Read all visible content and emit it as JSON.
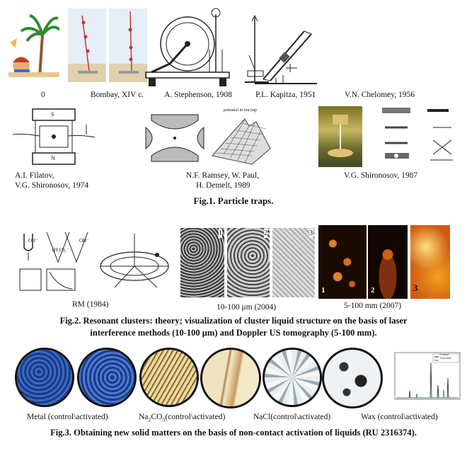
{
  "row1": {
    "captions": [
      "0",
      "Bombay, XIV c.",
      "A. Stephenson, 1908",
      "P.L. Kapitza, 1951",
      "V.N. Chelomey, 1956"
    ]
  },
  "row2": {
    "captions": {
      "filatov_line1": "A.I. Filatov,",
      "filatov_line2": "V.G. Shironosov, 1974",
      "ramsey_line1": "N.F. Ramsey, W. Paul,",
      "ramsey_line2": "H. Demelt, 1989",
      "shironosov": "V.G. Shironosov, 1987"
    },
    "inset_labels": {
      "filatov_top": "S",
      "filatov_bottom": "N",
      "ramsey_plot_title": "potential in ion trap"
    }
  },
  "fig1": {
    "title": "Fig.1. Particle traps."
  },
  "row3": {
    "captions": {
      "rm": "RM (1984)",
      "laser": "10-100 μm (2004)",
      "doppler": "5-100 mm  (2007)"
    },
    "panel_numbers": {
      "laser": [
        "1",
        "2",
        "3"
      ],
      "doppler": [
        "1",
        "2",
        "3"
      ]
    },
    "diagram_labels": {
      "oh1": "OH⁻",
      "oh2": "OH⁻",
      "h2o2": "(H₂O)₂⁻"
    }
  },
  "fig2": {
    "line1": "Fig.2. Resonant clusters: theory; visualization of cluster liquid structure on the basis of laser",
    "line2": "interference methods (10-100 μm) and Doppler US tomography (5-100 mm)."
  },
  "row4": {
    "captions": {
      "metal": "Metal (control\\activated)",
      "na2co3_pre": "Na",
      "na2co3_sub1": "2",
      "na2co3_mid": "CO",
      "na2co3_sub2": "3",
      "na2co3_post": "(control\\activated)",
      "nacl": "NaCl(control\\activated)",
      "wax": "Wax (control\\activated)"
    },
    "spectrum_legend": [
      "Control",
      "Activated"
    ]
  },
  "fig3": {
    "title": "Fig.3. Obtaining new solid matters on the basis of non-contact activation of liquids (RU 2316374)."
  },
  "colors": {
    "text": "#111111",
    "metal_blue": "#1f3f8f",
    "na2co3_gold": "#c9a86a",
    "doppler_orange": "#d86a10"
  }
}
